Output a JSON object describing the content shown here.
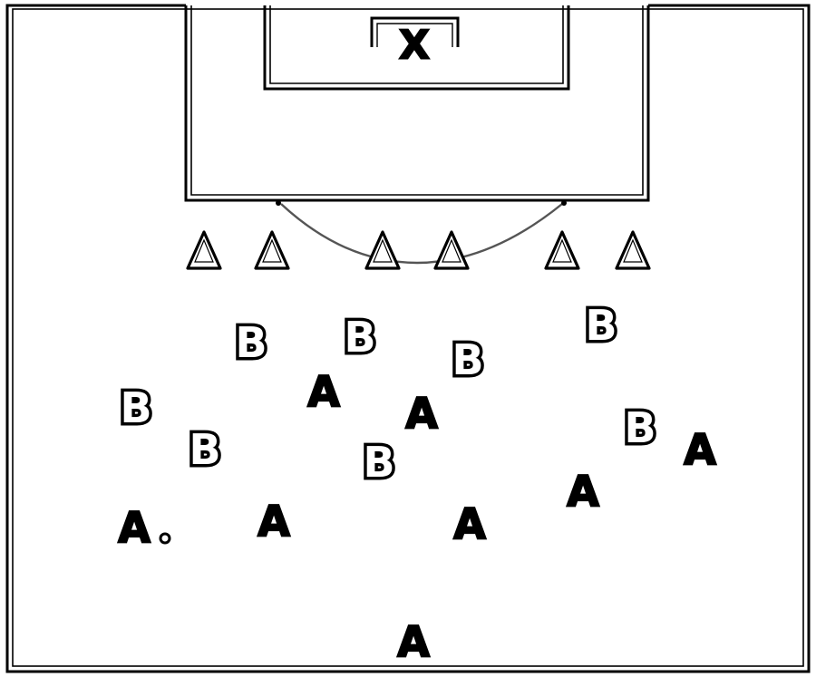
{
  "goalkeeper": {
    "label": "X"
  },
  "cones": {
    "count": 6,
    "icon": "cone-triangle-icon"
  },
  "players": [
    {
      "id": "b1",
      "label": "B",
      "team": "B"
    },
    {
      "id": "b2",
      "label": "B",
      "team": "B"
    },
    {
      "id": "b3",
      "label": "B",
      "team": "B"
    },
    {
      "id": "b4",
      "label": "B",
      "team": "B"
    },
    {
      "id": "b5",
      "label": "B",
      "team": "B"
    },
    {
      "id": "b6",
      "label": "B",
      "team": "B"
    },
    {
      "id": "b7",
      "label": "B",
      "team": "B"
    },
    {
      "id": "b8",
      "label": "B",
      "team": "B"
    },
    {
      "id": "a1",
      "label": "A",
      "team": "A"
    },
    {
      "id": "a2",
      "label": "A",
      "team": "A"
    },
    {
      "id": "a3",
      "label": "A",
      "team": "A"
    },
    {
      "id": "a4",
      "label": "A",
      "team": "A"
    },
    {
      "id": "a5",
      "label": "A",
      "team": "A"
    },
    {
      "id": "a6",
      "label": "A",
      "team": "A"
    },
    {
      "id": "a7",
      "label": "A",
      "team": "A"
    },
    {
      "id": "a8",
      "label": "A",
      "team": "A"
    }
  ],
  "ball": {
    "icon": "ball-icon"
  },
  "colors": {
    "lines": "#000000",
    "background": "#ffffff"
  }
}
